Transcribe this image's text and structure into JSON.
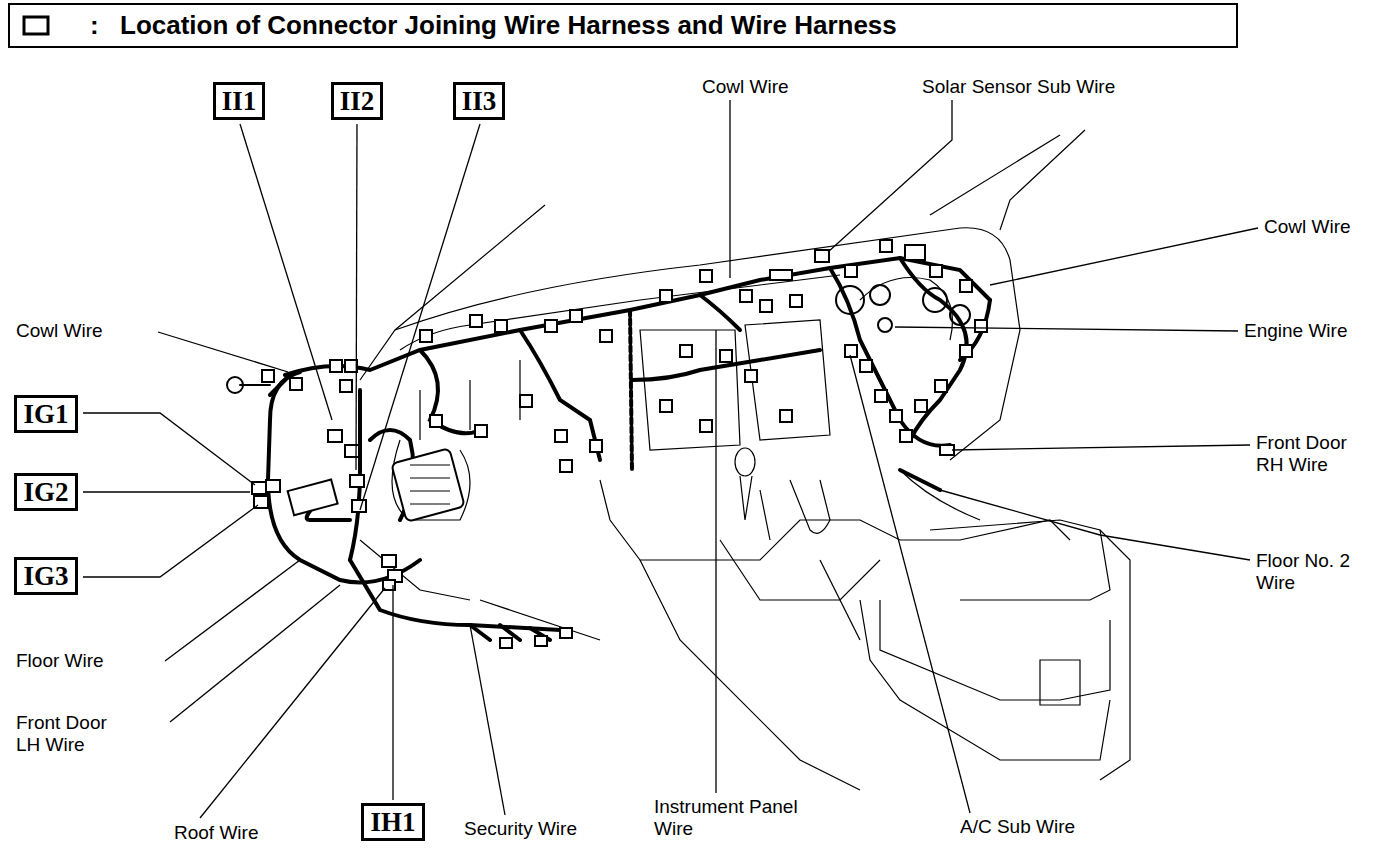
{
  "diagram": {
    "title": "Location of Connector Joining Wire Harness and Wire Harness",
    "nodes": [
      {
        "text": [
          "II1"
        ]
      },
      {
        "text": [
          "II2"
        ]
      },
      {
        "text": [
          "II3"
        ]
      },
      {
        "text": [
          "IG1"
        ]
      },
      {
        "text": [
          "IG2"
        ]
      },
      {
        "text": [
          "IG3"
        ]
      },
      {
        "text": [
          "IH1"
        ]
      }
    ],
    "labels": [
      ":",
      "Cowl Wire",
      "Solar Sensor Sub Wire",
      "Cowl Wire",
      "Cowl Wire",
      "Engine Wire",
      "Front Door RH Wire",
      "Floor No. 2 Wire",
      "Floor Wire",
      "Front Door LH Wire",
      "Roof Wire",
      "Security Wire",
      "Instrument Panel Wire",
      "A/C Sub Wire"
    ]
  }
}
